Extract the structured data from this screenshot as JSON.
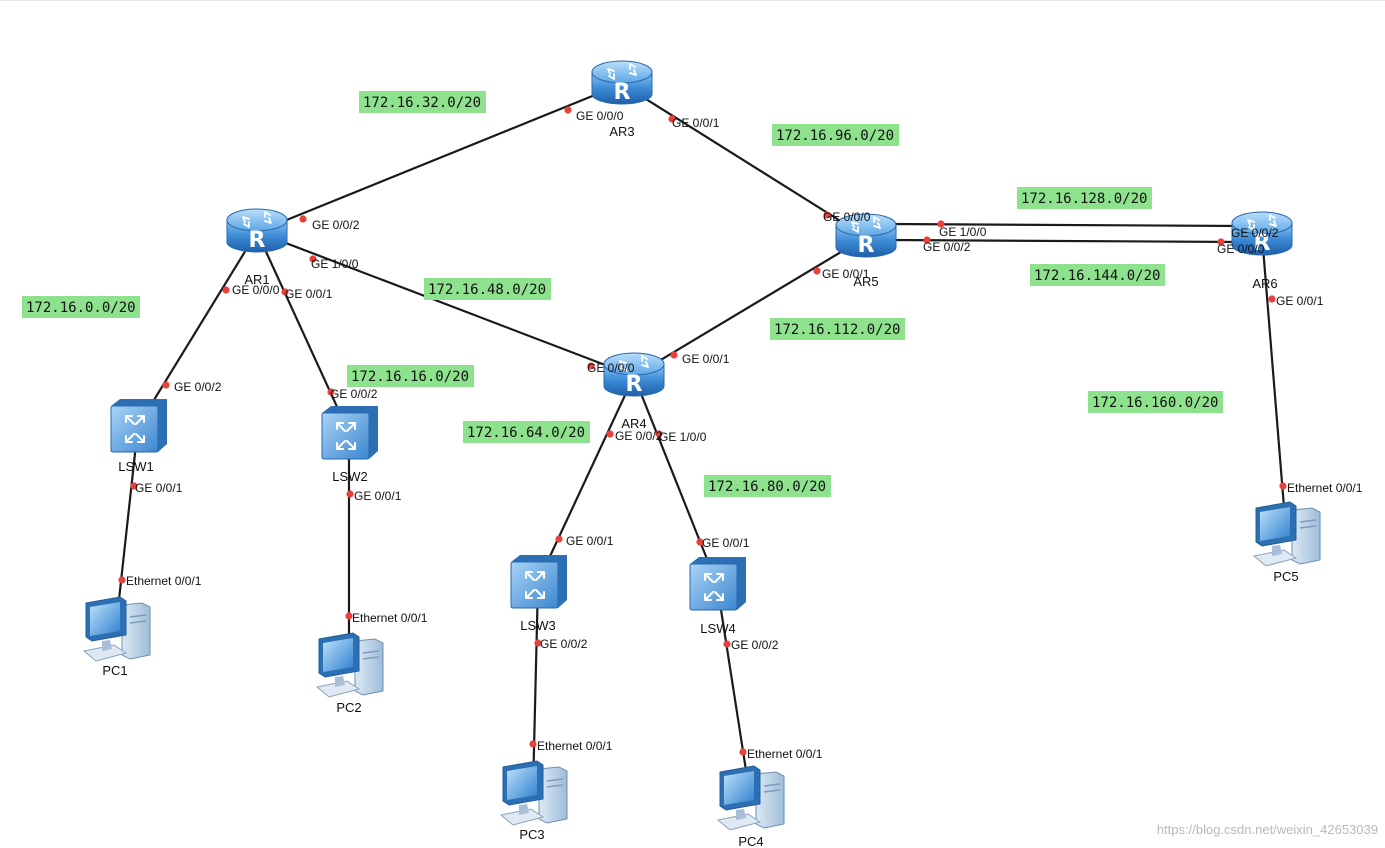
{
  "colors": {
    "link": "#1a1a1a",
    "port_dot": "#e8413b",
    "subnet_bg": "#8ee28e",
    "router_body": "#3a86d0",
    "switch_body": "#5aa2e4",
    "pc_body": "#3d8fd6"
  },
  "devices": [
    {
      "id": "AR1",
      "type": "router",
      "label": "AR1"
    },
    {
      "id": "AR3",
      "type": "router",
      "label": "AR3"
    },
    {
      "id": "AR4",
      "type": "router",
      "label": "AR4"
    },
    {
      "id": "AR5",
      "type": "router",
      "label": "AR5"
    },
    {
      "id": "AR6",
      "type": "router",
      "label": "AR6"
    },
    {
      "id": "LSW1",
      "type": "switch",
      "label": "LSW1"
    },
    {
      "id": "LSW2",
      "type": "switch",
      "label": "LSW2"
    },
    {
      "id": "LSW3",
      "type": "switch",
      "label": "LSW3"
    },
    {
      "id": "LSW4",
      "type": "switch",
      "label": "LSW4"
    },
    {
      "id": "PC1",
      "type": "pc",
      "label": "PC1"
    },
    {
      "id": "PC2",
      "type": "pc",
      "label": "PC2"
    },
    {
      "id": "PC3",
      "type": "pc",
      "label": "PC3"
    },
    {
      "id": "PC4",
      "type": "pc",
      "label": "PC4"
    },
    {
      "id": "PC5",
      "type": "pc",
      "label": "PC5"
    }
  ],
  "links": [
    {
      "a": "AR1",
      "b": "AR3",
      "a_port": "GE 0/0/2",
      "b_port": "GE 0/0/0"
    },
    {
      "a": "AR3",
      "b": "AR5",
      "a_port": "GE 0/0/1",
      "b_port": "GE 0/0/0"
    },
    {
      "a": "AR1",
      "b": "AR4",
      "a_port": "GE 1/0/0",
      "b_port": "GE 0/0/0"
    },
    {
      "a": "AR4",
      "b": "AR5",
      "a_port": "GE 0/0/1",
      "b_port": "GE 0/0/1"
    },
    {
      "a": "AR5",
      "b": "AR6",
      "a_port": "GE 1/0/0",
      "b_port": "GE 0/0/2"
    },
    {
      "a": "AR5",
      "b": "AR6",
      "a_port": "GE 0/0/2",
      "b_port": "GE 0/0/0"
    },
    {
      "a": "AR1",
      "b": "LSW1",
      "a_port": "GE 0/0/0",
      "b_port": "GE 0/0/2"
    },
    {
      "a": "AR1",
      "b": "LSW2",
      "a_port": "GE 0/0/1",
      "b_port": "GE 0/0/2"
    },
    {
      "a": "AR4",
      "b": "LSW3",
      "a_port": "GE 0/0/2",
      "b_port": "GE 0/0/1"
    },
    {
      "a": "AR4",
      "b": "LSW4",
      "a_port": "GE 1/0/0",
      "b_port": "GE 0/0/1"
    },
    {
      "a": "LSW1",
      "b": "PC1",
      "a_port": "GE 0/0/1",
      "b_port": "Ethernet 0/0/1"
    },
    {
      "a": "LSW2",
      "b": "PC2",
      "a_port": "GE 0/0/1",
      "b_port": "Ethernet 0/0/1"
    },
    {
      "a": "LSW3",
      "b": "PC3",
      "a_port": "GE 0/0/2",
      "b_port": "Ethernet 0/0/1"
    },
    {
      "a": "LSW4",
      "b": "PC4",
      "a_port": "GE 0/0/2",
      "b_port": "Ethernet 0/0/1"
    },
    {
      "a": "AR6",
      "b": "PC5",
      "a_port": "GE 0/0/1",
      "b_port": "Ethernet 0/0/1"
    }
  ],
  "subnets": [
    "172.16.32.0/20",
    "172.16.96.0/20",
    "172.16.128.0/20",
    "172.16.144.0/20",
    "172.16.0.0/20",
    "172.16.48.0/20",
    "172.16.16.0/20",
    "172.16.112.0/20",
    "172.16.64.0/20",
    "172.16.80.0/20",
    "172.16.160.0/20"
  ],
  "watermark": "https://blog.csdn.net/weixin_42653039"
}
